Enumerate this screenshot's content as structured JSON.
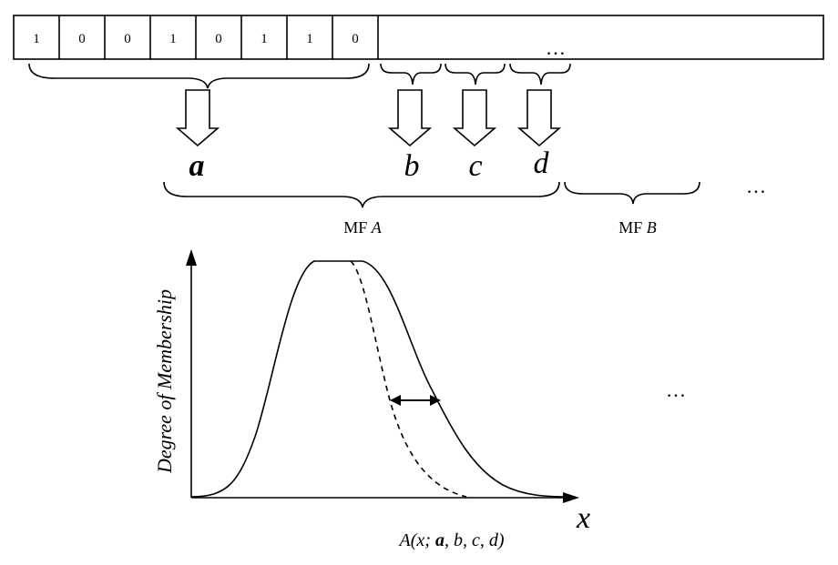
{
  "chromosome": {
    "bits": [
      "1",
      "0",
      "0",
      "1",
      "0",
      "1",
      "1",
      "0"
    ],
    "ellipsis": "…"
  },
  "parameters": {
    "a": "a",
    "b": "b",
    "c": "c",
    "d": "d",
    "ellipsis": "…"
  },
  "membership_functions": {
    "mf_a_prefix": "MF ",
    "mf_a_letter": "A",
    "mf_b_prefix": "MF ",
    "mf_b_letter": "B"
  },
  "plot": {
    "y_axis_label": "Degree of Membership",
    "x_axis_label": "x",
    "function_prefix": "A(x; ",
    "function_bold": "a",
    "function_suffix": ", b, c, d)",
    "ellipsis": "…"
  }
}
